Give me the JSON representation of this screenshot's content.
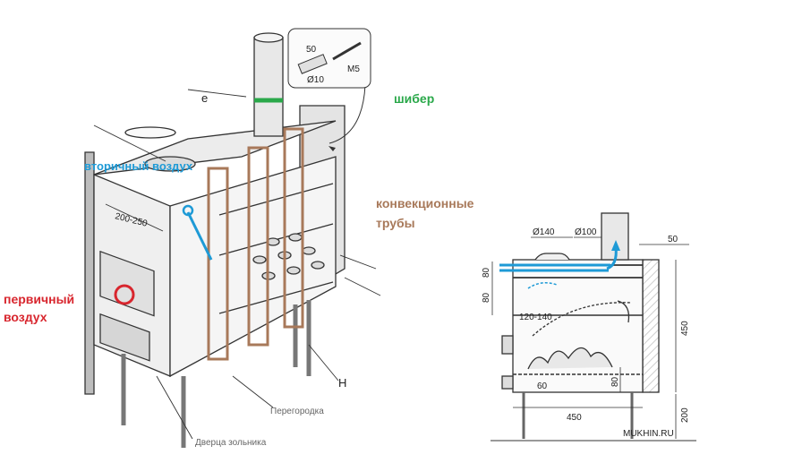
{
  "annotations": {
    "shiber": "шибер",
    "secondary_air": "вторичный воздух",
    "convection_line1": "конвекционные",
    "convection_line2": "трубы",
    "primary_air_line1": "первичный",
    "primary_air_line2": "воздух"
  },
  "annotation_colors": {
    "secondary_air": "#1e9ad6",
    "shiber": "#2aa84a",
    "convection": "#a8795a",
    "primary_air": "#d8262e"
  },
  "left_drawing": {
    "dim_front": "200-250",
    "bolt_length": "50",
    "bolt_diameter": "Ø10",
    "bolt_thread": "M5",
    "letter_e": "е",
    "letter_n": "Н",
    "partial_label_bottom": "Дверца зольника",
    "partial_label_mid": "Перегородка"
  },
  "right_drawing": {
    "d140": "Ø140",
    "d100": "Ø100",
    "dim_50": "50",
    "dim_80_top": "80",
    "dim_80_mid": "80",
    "dim_120_140": "120-140",
    "dim_450_height": "450",
    "dim_80_bottom": "80",
    "dim_60": "60",
    "dim_450_width": "450",
    "dim_200": "200",
    "watermark": "MUKHIN.RU"
  }
}
